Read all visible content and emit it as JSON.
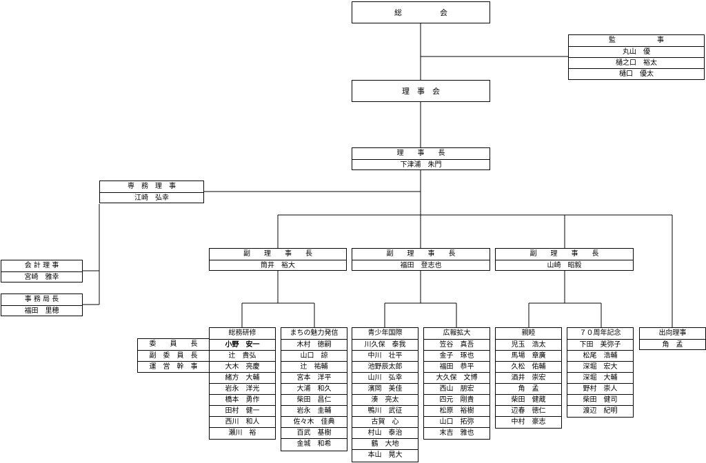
{
  "general_assembly": "総　　　　　会",
  "auditors": {
    "title": "監　　　　　　事",
    "members": [
      "丸山　優",
      "樋之口　裕太",
      "樋口　優太"
    ]
  },
  "board": "理　事　会",
  "president": {
    "title": "理　　事　　長",
    "name": "下津浦　朱門"
  },
  "executive_director": {
    "title": "専　務　理　事",
    "name": "江崎　弘幸"
  },
  "accounting_director": {
    "title": "会 計 理 事",
    "name": "宮崎　雅幸"
  },
  "secretary_general": {
    "title": "事 務 局 長",
    "name": "福田　里穂"
  },
  "vice_presidents": [
    {
      "title": "副　　理　　事　　長",
      "name": "筒井　裕大"
    },
    {
      "title": "副　　理　　事　　長",
      "name": "福田　登志也"
    },
    {
      "title": "副　　理　　事　　長",
      "name": "山崎　昭毅"
    }
  ],
  "role_labels": [
    "委　　員　　長",
    "副　委　員　長",
    "運　営　幹　事"
  ],
  "committees": [
    {
      "name": "総務研修",
      "members": [
        "小野　安一",
        "辻　貴弘",
        "大木　亮慶",
        "緒方　大輔",
        "岩永　洋光",
        "橋本　勇作",
        "田村　健一",
        "西川　和人",
        "瀬川　裕"
      ]
    },
    {
      "name": "まちの魅力発信",
      "members": [
        "木村　徳嗣",
        "山口　諒",
        "辻　祐輔",
        "宮本　洋平",
        "大浦　和久",
        "柴田　昌仁",
        "岩永　圭輔",
        "佐々木　佳典",
        "百武　基樹",
        "金城　和希"
      ]
    },
    {
      "name": "青少年国際",
      "members": [
        "川久保　泰我",
        "中川　壮平",
        "池野辰太郎",
        "山川　弘幸",
        "濱岡　美佳",
        "湊　亮太",
        "鴨川　武征",
        "古賀　心",
        "村山　泰治",
        "鶴　大地",
        "本山　晃大"
      ]
    },
    {
      "name": "広報拡大",
      "members": [
        "笠谷　真吾",
        "金子　琢也",
        "福田　恭平",
        "大久保　文博",
        "西山　朋宏",
        "四元　剛貴",
        "松原　裕樹",
        "山口　拓弥",
        "末吉　雅也"
      ]
    },
    {
      "name": "親睦",
      "members": [
        "児玉　浩太",
        "馬場　章廣",
        "久松　佑輔",
        "酒井　崇宏",
        "角　孟",
        "柴田　健蔵",
        "辺春　徳仁",
        "中村　豪志"
      ]
    },
    {
      "name": "７０周年記念",
      "members": [
        "下田　美弥子",
        "松尾　浩輔",
        "深堀　宏大",
        "深堀　大輔",
        "野村　崇人",
        "柴田　健司",
        "渡辺　紀明"
      ]
    },
    {
      "name": "出向理事",
      "members": [
        "角　孟"
      ]
    }
  ]
}
